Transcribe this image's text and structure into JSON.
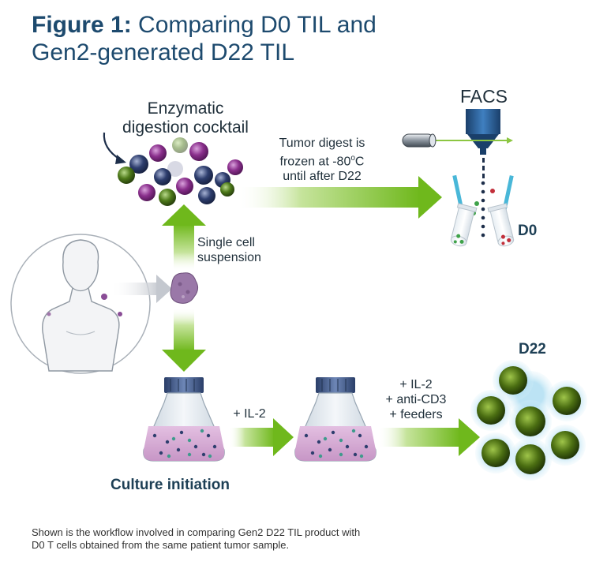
{
  "title": {
    "bold": "Figure 1:",
    "rest_line1": " Comparing D0 TIL and",
    "line2": "Gen2-generated D22 TIL"
  },
  "labels": {
    "enzymatic_1": "Enzymatic",
    "enzymatic_2": "digestion cocktail",
    "tumor_1": "Tumor digest is",
    "tumor_2_pre": "frozen at -80",
    "tumor_2_sup": "o",
    "tumor_2_post": "C",
    "tumor_3": "until after D22",
    "facs": "FACS",
    "d0": "D0",
    "single_1": "Single cell",
    "single_2": "suspension",
    "il2": "+ IL-2",
    "il2b": "+ IL-2",
    "anticd3": "+ anti-CD3",
    "feeders": "+ feeders",
    "d22": "D22",
    "culture": "Culture initiation"
  },
  "caption": {
    "line1": "Shown is the workflow involved in comparing Gen2 D22 TIL product with",
    "line2": "D0 T cells obtained from the same patient tumor sample."
  },
  "colors": {
    "title": "#1d4a6e",
    "arrow_green": "#7cc324",
    "cell_purple": "#8a2f8c",
    "cell_navy": "#2e3e6e",
    "cell_green": "#4e7a1a",
    "flask_liquid": "#d7a8d4",
    "facs_nozzle": "#1e5a9a"
  }
}
